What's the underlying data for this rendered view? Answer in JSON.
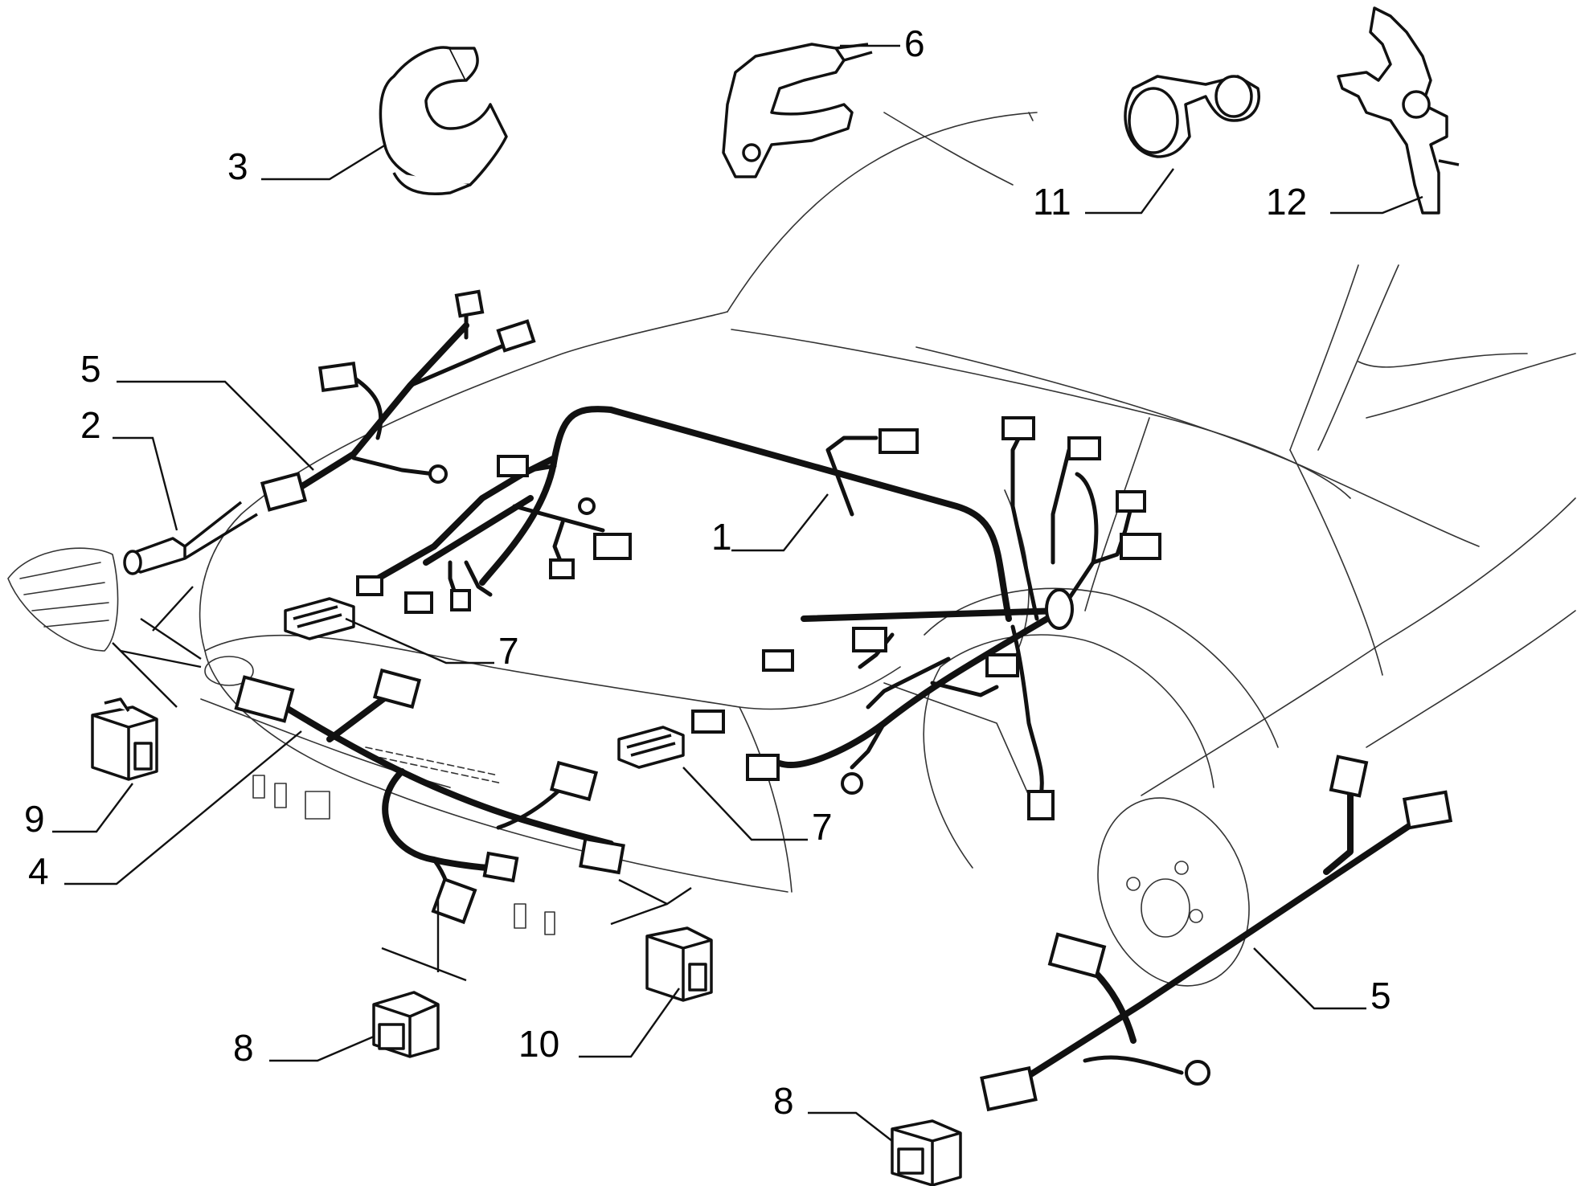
{
  "callouts": [
    {
      "id": "c1",
      "label": "1"
    },
    {
      "id": "c2",
      "label": "2"
    },
    {
      "id": "c3",
      "label": "3"
    },
    {
      "id": "c4",
      "label": "4"
    },
    {
      "id": "c5a",
      "label": "5"
    },
    {
      "id": "c5b",
      "label": "5"
    },
    {
      "id": "c6",
      "label": "6"
    },
    {
      "id": "c7a",
      "label": "7"
    },
    {
      "id": "c7b",
      "label": "7"
    },
    {
      "id": "c8a",
      "label": "8"
    },
    {
      "id": "c8b",
      "label": "8"
    },
    {
      "id": "c9",
      "label": "9"
    },
    {
      "id": "c10",
      "label": "10"
    },
    {
      "id": "c11",
      "label": "11"
    },
    {
      "id": "c12",
      "label": "12"
    }
  ]
}
